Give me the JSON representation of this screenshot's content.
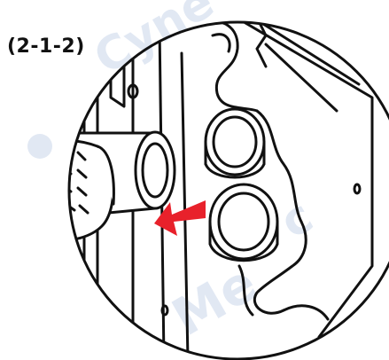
{
  "figure": {
    "step_label": "(2-1-2)",
    "colors": {
      "line": "#111111",
      "arrow": "#e8212b",
      "watermark": "#c9d6ea",
      "background": "#ffffff"
    },
    "icons": [
      "hot-air-gun",
      "nozzle-holder",
      "removal-arrow"
    ]
  }
}
